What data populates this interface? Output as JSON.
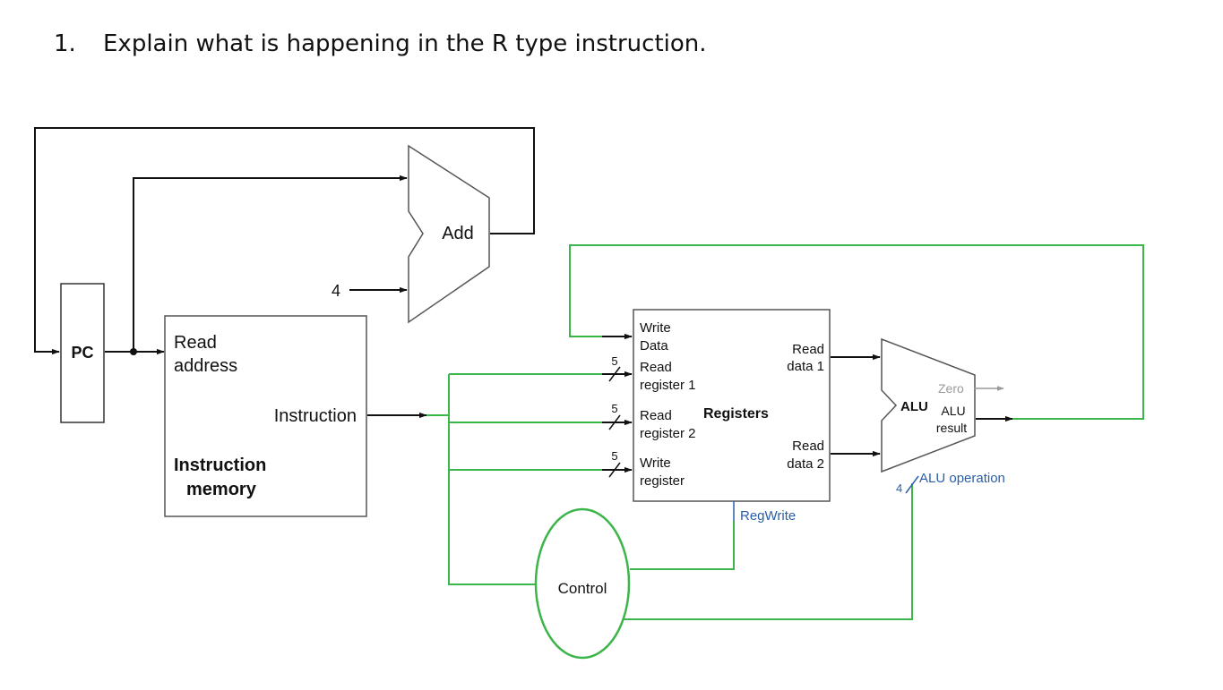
{
  "question": {
    "number": "1.",
    "text": "Explain what is happening in the R type instruction."
  },
  "diagram": {
    "pc": {
      "label": "PC"
    },
    "adder": {
      "label": "Add",
      "constant": "4"
    },
    "instruction_memory": {
      "read_address": [
        "Read",
        "address"
      ],
      "instruction_out": "Instruction",
      "title": [
        "Instruction",
        "memory"
      ]
    },
    "registers": {
      "title": "Registers",
      "write_data": [
        "Write",
        "Data"
      ],
      "read_register_1": [
        "Read",
        "register 1"
      ],
      "read_register_2": [
        "Read",
        "register 2"
      ],
      "write_register": [
        "Write",
        "register"
      ],
      "read_data_1": [
        "Read",
        "data 1"
      ],
      "read_data_2": [
        "Read",
        "data 2"
      ],
      "bus_width": "5"
    },
    "alu": {
      "title": "ALU",
      "zero": "Zero",
      "result": [
        "ALU",
        "result"
      ],
      "operation": "ALU operation",
      "operation_width": "4"
    },
    "control": {
      "label": "Control"
    },
    "signals": {
      "reg_write": "RegWrite"
    },
    "colors": {
      "green_wire": "#3cb54a",
      "blue_signal": "#2a5fa8",
      "black_wire": "#111111",
      "zero_grey": "#9a9a9a"
    }
  }
}
